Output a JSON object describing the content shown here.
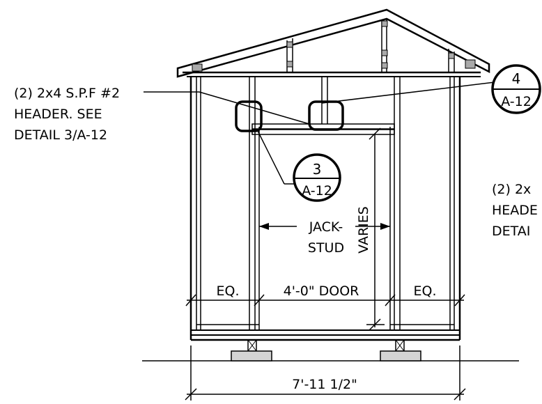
{
  "callouts": {
    "left_note": {
      "line1": "(2) 2x4 S.P.F #2",
      "line2": "HEADER. SEE",
      "line3": "DETAIL 3/A-12"
    },
    "right_note": {
      "line1": "(2) 2x",
      "line2": "HEADE",
      "line3": "DETAI"
    },
    "bubble_3": {
      "number": "3",
      "sheet": "A-12"
    },
    "bubble_4": {
      "number": "4",
      "sheet": "A-12"
    }
  },
  "labels": {
    "jack_line1": "JACK-",
    "jack_line2": "STUD",
    "varies": "VARIES",
    "eq_left": "EQ.",
    "eq_right": "EQ.",
    "door": "4'-0\" DOOR",
    "overall": "7'-11 1/2\""
  }
}
